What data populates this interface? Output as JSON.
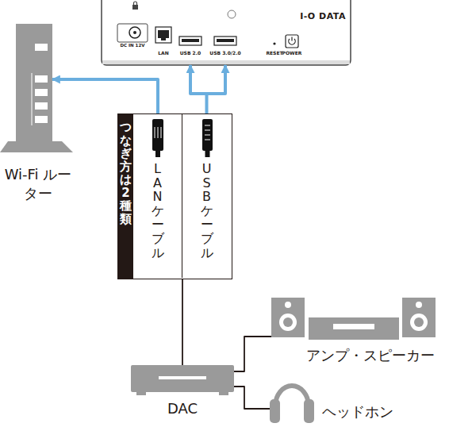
{
  "diagram": {
    "nodes": [
      {
        "text": [
          "I-O DATA"
        ]
      },
      {
        "text": [
          "Wi-Fi ルーター"
        ]
      },
      {
        "text": [
          "つなぎ方は2種類"
        ]
      },
      {
        "text": [
          "LANケーブル"
        ],
        "in": 2
      },
      {
        "text": [
          "USBケーブル"
        ],
        "in": 2
      },
      {
        "text": [
          "DAC"
        ]
      },
      {
        "text": [
          "アンプ・スピーカー"
        ]
      },
      {
        "text": [
          "ヘッドホン"
        ]
      }
    ],
    "edges": [
      {
        "from": 3,
        "to": 1,
        "arrow": "to"
      },
      {
        "from": 4,
        "to": 0,
        "arrow": "to"
      },
      {
        "from": 2,
        "to": 5,
        "arrow": "none"
      },
      {
        "from": 5,
        "to": 6,
        "arrow": "none"
      },
      {
        "from": 5,
        "to": 7,
        "arrow": "none"
      }
    ],
    "labels": [
      "DC IN 12V",
      "LAN",
      "USB 2.0",
      "USB 3.0/2.0",
      "RESET",
      "POWER"
    ]
  }
}
